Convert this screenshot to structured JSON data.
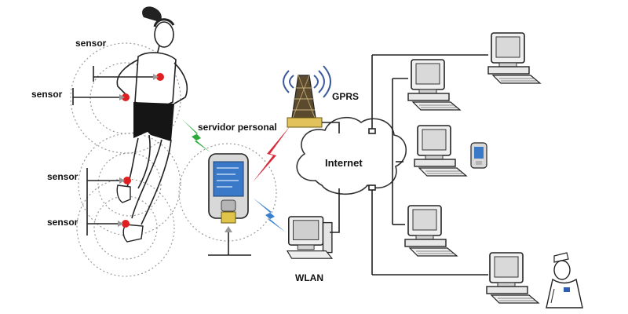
{
  "labels": {
    "sensor_1": "sensor",
    "sensor_2": "sensor",
    "sensor_3": "sensor",
    "sensor_4": "sensor",
    "server": "servidor personal",
    "gprs": "GPRS",
    "internet": "Internet",
    "wlan": "WLAN"
  },
  "icons": {
    "runner": "runner-figure",
    "sensor": "sensor-dot-icon",
    "pda": "pda-icon",
    "tower": "gprs-tower-icon",
    "cloud": "cloud-icon",
    "computer": "computer-icon",
    "nurse": "nurse-figure"
  },
  "colors": {
    "sensor_dot": "#e02020",
    "link_green": "#2faa3a",
    "link_red": "#d8283a",
    "link_blue": "#3a7fd0",
    "pda_screen": "#3a78c8"
  }
}
